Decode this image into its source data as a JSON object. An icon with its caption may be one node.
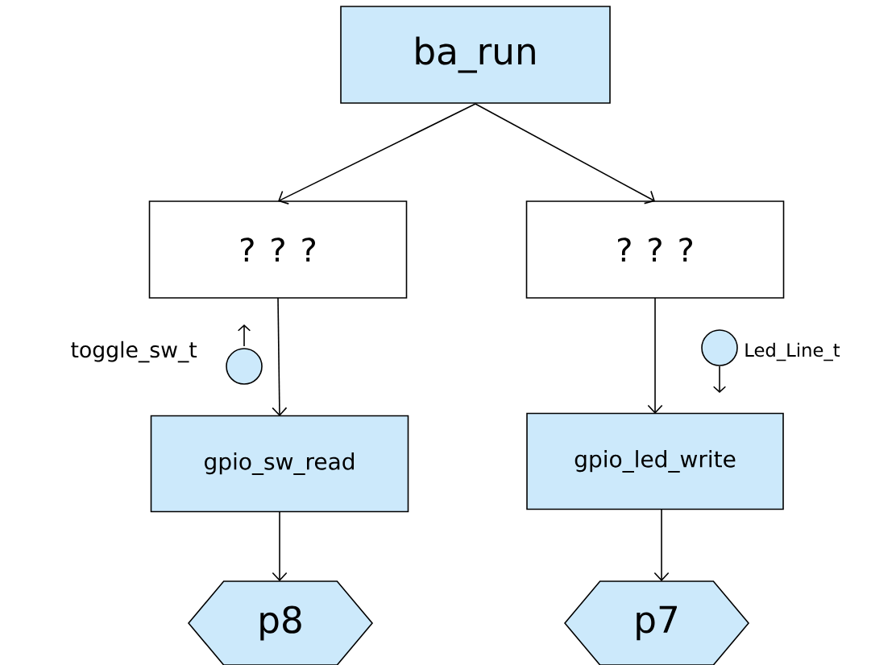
{
  "diagram": {
    "nodes": [
      {
        "text": [
          "ba_run"
        ]
      },
      {
        "text": [
          "? ? ?"
        ]
      },
      {
        "text": [
          "? ? ?"
        ]
      },
      {
        "text": [
          "gpio_sw_read"
        ]
      },
      {
        "text": [
          "gpio_led_write"
        ]
      },
      {
        "text": [
          "p8"
        ]
      },
      {
        "text": [
          "p7"
        ]
      },
      {
        "text": [],
        "shape": "circle",
        "beside": [
          "toggle_sw_t"
        ]
      },
      {
        "text": [],
        "shape": "circle",
        "beside": [
          "Led_Line_t"
        ]
      }
    ],
    "edges": [
      {
        "from": 0,
        "to": 1,
        "arrow": "to"
      },
      {
        "from": 0,
        "to": 2,
        "arrow": "to"
      },
      {
        "from": 1,
        "to": 3,
        "arrow": "to"
      },
      {
        "from": 2,
        "to": 4,
        "arrow": "to"
      },
      {
        "from": 3,
        "to": 5,
        "arrow": "to"
      },
      {
        "from": 4,
        "to": 6,
        "arrow": "to"
      }
    ]
  }
}
